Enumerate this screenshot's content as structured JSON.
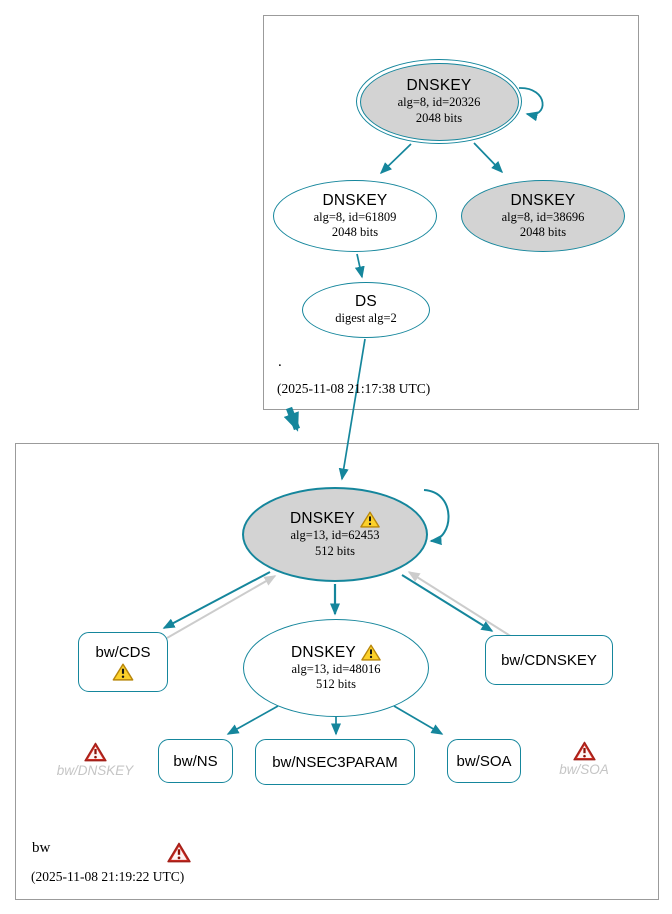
{
  "colors": {
    "edge_secure_teal": "#15869c",
    "edge_gray": "#cccccc",
    "key_node_fill": "#d3d3d3",
    "plain_node_fill": "#ffffff",
    "warning_yellow": "#fcd12a",
    "error_red": "#cb2920",
    "ghost_text_gray": "#c5c5c5"
  },
  "root_zone": {
    "name": ".",
    "timestamp": "(2025-11-08 21:17:38 UTC)",
    "ksk": {
      "title": "DNSKEY",
      "alg": "alg=8, id=20326",
      "bits": "2048 bits"
    },
    "zsk": {
      "title": "DNSKEY",
      "alg": "alg=8, id=61809",
      "bits": "2048 bits"
    },
    "dnskey_38696": {
      "title": "DNSKEY",
      "alg": "alg=8, id=38696",
      "bits": "2048 bits"
    },
    "ds": {
      "title": "DS",
      "detail": "digest alg=2"
    }
  },
  "bw_zone": {
    "name": "bw",
    "timestamp": "(2025-11-08 21:19:22 UTC)",
    "ksk": {
      "title": "DNSKEY",
      "alg": "alg=13, id=62453",
      "bits": "512 bits"
    },
    "zsk": {
      "title": "DNSKEY",
      "alg": "alg=13, id=48016",
      "bits": "512 bits"
    },
    "cds": {
      "label": "bw/CDS"
    },
    "cdnskey": {
      "label": "bw/CDNSKEY"
    },
    "ns": {
      "label": "bw/NS"
    },
    "nsec3param": {
      "label": "bw/NSEC3PARAM"
    },
    "soa": {
      "label": "bw/SOA"
    },
    "ghost_dnskey": {
      "label": "bw/DNSKEY"
    },
    "ghost_soa": {
      "label": "bw/SOA"
    }
  }
}
